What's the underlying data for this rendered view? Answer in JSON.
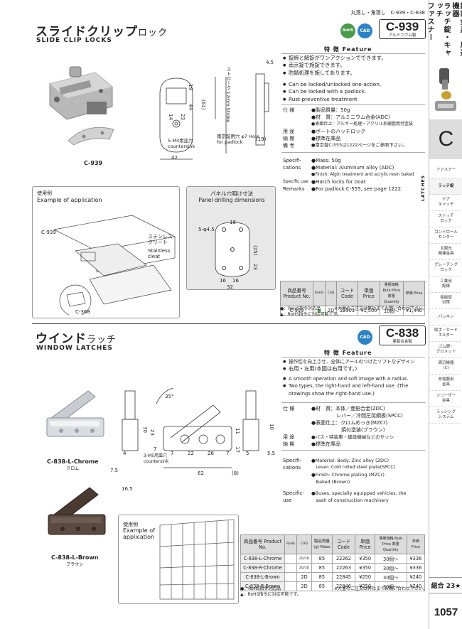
{
  "header": {
    "category": "丸落し・角落し",
    "codes": "C-939・C-838"
  },
  "sidebar": {
    "top_cols": [
      "ファスナー",
      "ラッチ錠・キャッチ",
      "錠前金具・周辺機器"
    ],
    "letter": "C",
    "tab": "LATCHES",
    "items": [
      "ファスナー",
      "ラッチ錠",
      "ドア\nキャッチ",
      "スナッチ\nロック",
      "コントロール\nセンター",
      "太陽光\n関連金具",
      "グレーチング\nロック",
      "工業用\n配線",
      "電磁錠\n対策",
      "パッキン",
      "取手・カード\nホルダー",
      "ゴム脚・\nグロメット",
      "周辺機器\n(C)",
      "充電器用\n金具",
      "フリーザー\n金具",
      "ラッシング\nシステム"
    ],
    "total": "総合 23★",
    "page": "1057"
  },
  "c939": {
    "title_jp_main": "スライドクリップ",
    "title_jp_small": "ロック",
    "title_en": "SLIDE CLIP LOCKS",
    "code": "C-939",
    "material_note": "アルミニウム製",
    "rohs": "RoHS",
    "cad": "CAD",
    "feature_title": "特 徴 Feature",
    "features_jp": [
      "錠締と解錠がワンアクションでできます。",
      "南京錠で施錠できます。",
      "防錆処理を施してあります。"
    ],
    "features_en": [
      "Can be locked/unlocked one-action.",
      "Can be locked with a padlock.",
      "Rust-preventive treatment"
    ],
    "spec_jp": [
      {
        "k": "仕 様",
        "v": "●製品質量：50g"
      },
      {
        "k": "",
        "v": "●材　質：アルミニウム合金(ADC)"
      },
      {
        "k": "",
        "v": "●表面仕上：アルギー処理・アクリル系樹脂焼付塗装"
      },
      {
        "k": "用 途",
        "v": "●ボートのハッチロック"
      },
      {
        "k": "納 期",
        "v": "●標準在庫品"
      },
      {
        "k": "備 考",
        "v": "●南京錠C-555は1222ページをご参照下さい。"
      }
    ],
    "spec_en": [
      {
        "k": "Specifi-",
        "v": "●Mass: 50g"
      },
      {
        "k": "cations",
        "v": "●Material: Aluminum alloy (ADC)"
      },
      {
        "k": "",
        "v": "●Finish: Algin treatment and acrylic resin baked"
      },
      {
        "k": "Specific use",
        "v": "●Hatch locks for boat"
      },
      {
        "k": "Remarks",
        "v": "●For padlock C-555, see page 1222."
      }
    ],
    "photo_caption": "C-939",
    "dim": {
      "d45": "4.5",
      "d19": "19",
      "d61": "(61)",
      "d44": "44",
      "d23": "23",
      "d14": "14",
      "d42": "42",
      "d19b": "(19)",
      "stroke": "ストローク 17mm Stroke",
      "m4": "5-M4用皿穴 countersink",
      "hole": "南京錠用穴 φ7 Hole for padlock"
    },
    "usage_title": "使用例",
    "usage_en": "Example of application",
    "usage_labels": {
      "c939": "C-939",
      "stainless": "ステンレス クリート",
      "stainless_en": "Stainless cleat",
      "c368": "C-368"
    },
    "panel_title": "パネル穴明け寸法",
    "panel_en": "Panel drilling dimensions",
    "panel_dim": {
      "holes": "5-φ4.5",
      "d18": "18",
      "d25": "(25)",
      "d23": "23",
      "d16a": "16",
      "d16b": "16",
      "d32": "32"
    },
    "table": {
      "headers": [
        "商品番号 Product No.",
        "RoHS",
        "CAD",
        "コード Code",
        "単価 Price",
        "量販価格 Bulk Price 数量 Quantity",
        "単価 Price"
      ],
      "rows": [
        [
          "C-939",
          "●",
          "2D",
          "22903",
          "¥1,500",
          "10個〜",
          "¥1,440"
        ]
      ]
    },
    "notes": [
      "●：RoHS指令対応品",
      "▲：RoHS指令に対応可能です。"
    ],
    "tax_note": "※大量のご注文は弊社までお問い合わせ下さい。"
  },
  "c838": {
    "title_jp_main": "ウインド",
    "title_jp_small": "ラッチ",
    "title_en": "WINDOW LATCHES",
    "code": "C-838",
    "material_note": "亜鉛合金製",
    "cad": "CAD",
    "feature_title": "特 徴 Feature",
    "features_jp": [
      "操作性を向上させ、全体にアールのつけたソフトなデザイン",
      "右用・左用(本図は右用です。)"
    ],
    "features_en": [
      "A smooth operation and soft image with a radius.",
      "Two types, the right-hand and left-hand use. (The drawings show the right-hand use.)"
    ],
    "spec_jp": [
      {
        "k": "仕 様",
        "v": "●材　質：本体／亜鉛合金(ZDC)"
      },
      {
        "k": "",
        "v": "　　　　　レバー／冷間圧延鋼板(SPCC)"
      },
      {
        "k": "",
        "v": "●表面仕上：クロムめっき(MZCr)"
      },
      {
        "k": "",
        "v": "　　　　　　焼付塗装(ブラウン)"
      },
      {
        "k": "用 途",
        "v": "●バス・特装車・建設機械などのサッシ"
      },
      {
        "k": "納 期",
        "v": "●標準在庫品"
      }
    ],
    "spec_en": [
      {
        "k": "Specifi-",
        "v": "●Material: Body: Zinc alloy (ZDC)"
      },
      {
        "k": "cations",
        "v": "　Lever: Cold rolled steel plate(SPCC)"
      },
      {
        "k": "",
        "v": "●Finish: Chrome plating (MZCr)"
      },
      {
        "k": "",
        "v": "　Baked (Brown)"
      },
      {
        "k": "Specific-",
        "v": "●Buses, specially equipped vehicles, the"
      },
      {
        "k": "use",
        "v": "　sash of construction machinery"
      }
    ],
    "photo_chrome": "C-838-L-Chrome",
    "photo_chrome_jp": "クロム",
    "photo_brown": "C-838-L-Brown",
    "photo_brown_jp": "ブラウン",
    "dim": {
      "angle": "35°",
      "d30": "30",
      "d23": "23",
      "d7a": "7",
      "d10": "10",
      "d11": "11",
      "d17": "17",
      "d4": "4",
      "d7b": "7",
      "d22": "22",
      "d26": "26",
      "d7c": "7",
      "d5": "5",
      "d55": "5.5",
      "d75": "7.5",
      "d62": "62",
      "d8": "(8)",
      "d165": "16.5",
      "m5": "3-M5用皿穴 countersink"
    },
    "usage_title": "使用例",
    "usage_en": "Example of application",
    "table": {
      "headers": [
        "商品番号 Product No.",
        "RoHS",
        "CAD",
        "製品質量(g) Mass",
        "コード Code",
        "単価 Price",
        "量販価格 Bulk Price 数量 Quantity",
        "単価 Price"
      ],
      "rows": [
        [
          "C-838-L-Chrome",
          "",
          "2D/3D",
          "85",
          "22262",
          "¥350",
          "30個〜",
          "¥336"
        ],
        [
          "C-838-R-Chrome",
          "",
          "2D/3D",
          "85",
          "22263",
          "¥350",
          "30個〜",
          "¥336"
        ],
        [
          "C-838-L-Brown",
          "",
          "2D",
          "85",
          "22845",
          "¥250",
          "30個〜",
          "¥240"
        ],
        [
          "C-838-R-Brown",
          "",
          "2D",
          "85",
          "22846",
          "¥250",
          "30個〜",
          "¥240"
        ]
      ]
    },
    "notes": [
      "●：RoHS指令対応品",
      "▲：RoHS指令に対応可能です。"
    ],
    "tax_note": "※大量のご注文は弊社までお問い合わせ下さい。"
  }
}
